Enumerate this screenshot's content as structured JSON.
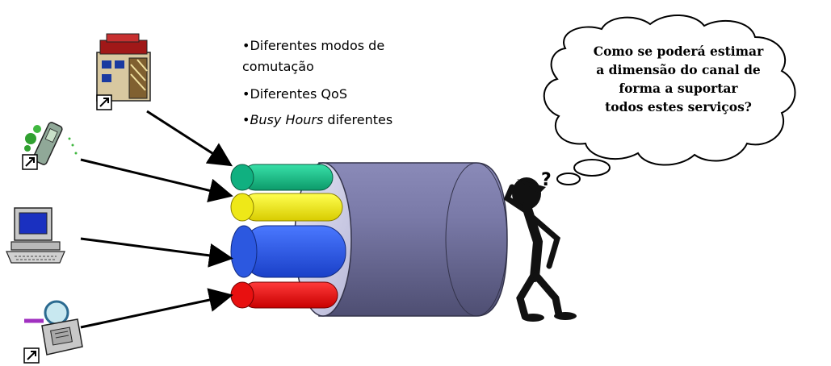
{
  "bullets": {
    "item1": "•Diferentes modos de comutação",
    "item2": "•Diferentes QoS",
    "item3_prefix": "•",
    "item3_italic": "Busy Hours",
    "item3_suffix": " diferentes"
  },
  "thought": {
    "line1": "Como se poderá estimar",
    "line2": "a dimensão do canal de",
    "line3": "forma a suportar",
    "line4": "todos estes serviços?",
    "mark": "?"
  },
  "colors": {
    "cable_body": "#6f6f9a",
    "fiber_green": "#16c08c",
    "fiber_yellow": "#f4ee10",
    "fiber_blue": "#2b58e8",
    "fiber_red": "#ee1111"
  },
  "icons": [
    "office-building-icon",
    "mobile-phone-icon",
    "computer-icon",
    "fax-phone-icon",
    "thinking-person-figure"
  ]
}
